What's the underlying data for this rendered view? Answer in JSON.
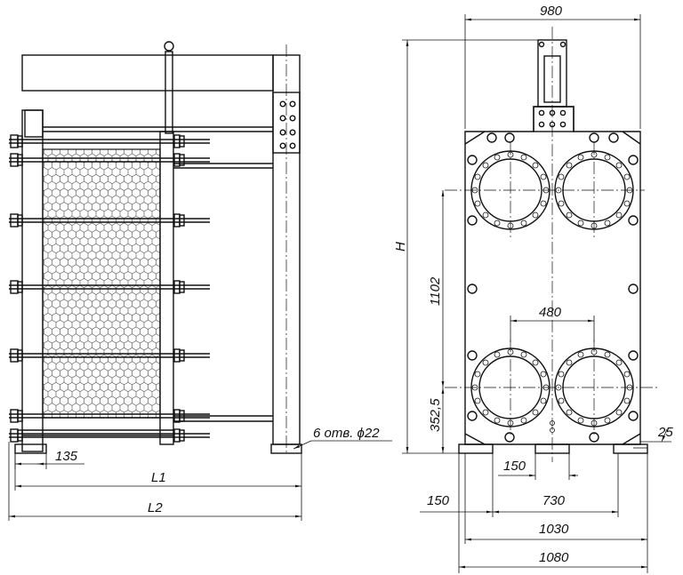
{
  "drawing": {
    "side_view": {
      "dim_135": "135",
      "dim_L1": "L1",
      "dim_L2": "L2",
      "note_holes": "6 отв. ϕ22"
    },
    "front_view": {
      "dim_980": "980",
      "dim_H": "H",
      "dim_1102": "1102",
      "dim_480": "480",
      "dim_352_5": "352,5",
      "dim_25": "25",
      "dim_150_inner": "150",
      "dim_150_left": "150",
      "dim_730": "730",
      "dim_1030": "1030",
      "dim_1080": "1080"
    }
  }
}
